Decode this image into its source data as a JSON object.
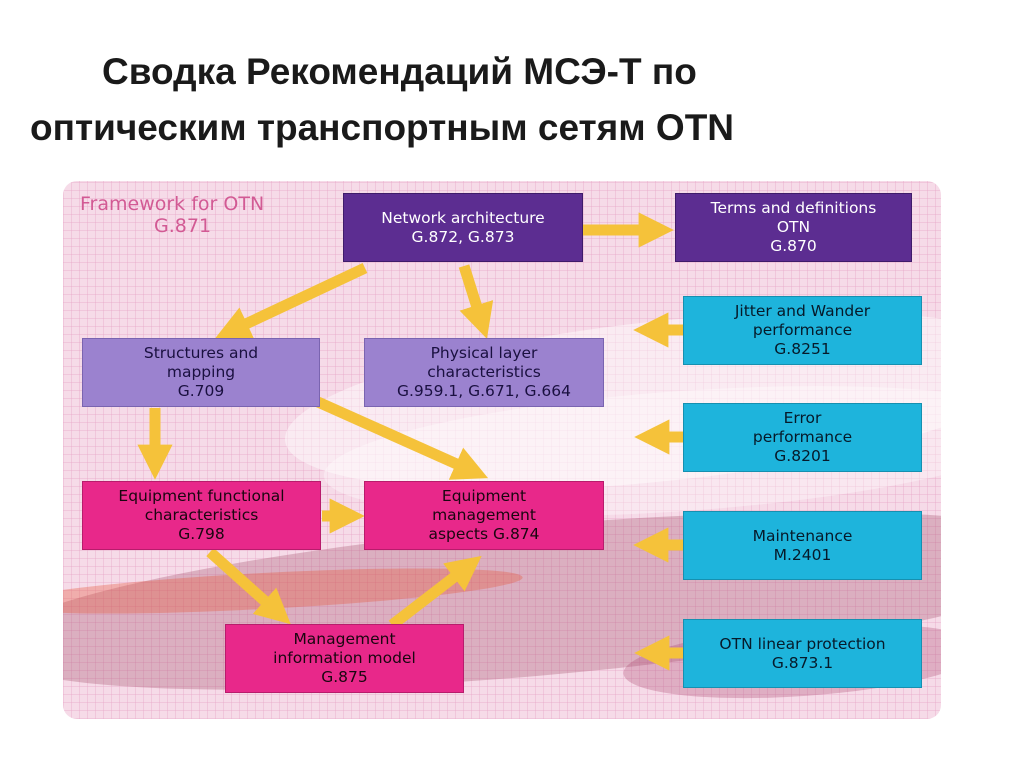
{
  "title": {
    "line1": "Сводка Рекомендаций МСЭ-Т по",
    "line2": "оптическим транспортным сетям OTN"
  },
  "framework": {
    "line1": "Framework for OTN",
    "line2": "G.871"
  },
  "boxes": {
    "network_architecture": {
      "line1": "Network architecture",
      "line2": "G.872, G.873"
    },
    "terms_definitions": {
      "line1": "Terms and definitions",
      "line2": "OTN",
      "line3": "G.870"
    },
    "jitter_wander": {
      "line1": "Jitter and Wander",
      "line2": "performance",
      "line3": "G.8251"
    },
    "structures_mapping": {
      "line1": "Structures and",
      "line2": "mapping",
      "line3": "G.709"
    },
    "physical_layer": {
      "line1": "Physical layer",
      "line2": "characteristics",
      "line3": "G.959.1, G.671, G.664"
    },
    "error_performance": {
      "line1": "Error",
      "line2": "performance",
      "line3": "G.8201"
    },
    "equipment_functional": {
      "line1": "Equipment functional",
      "line2": "characteristics",
      "line3": "G.798"
    },
    "equipment_management": {
      "line1": "Equipment",
      "line2": "management",
      "line3": "aspects G.874"
    },
    "maintenance": {
      "line1": "Maintenance",
      "line2": "M.2401"
    },
    "management_information": {
      "line1": "Management",
      "line2": "information model",
      "line3": "G.875"
    },
    "linear_protection": {
      "line1": "OTN linear protection",
      "line2": "G.873.1"
    }
  },
  "colors": {
    "arrow": "#f5c23a",
    "purple_box": "#5c2d91",
    "lavender_box": "#9b82cf",
    "pink_box": "#e8288a",
    "cyan_box": "#1eb4dc",
    "panel_background": "#f6dbe8",
    "framework_text": "#d25a94"
  }
}
